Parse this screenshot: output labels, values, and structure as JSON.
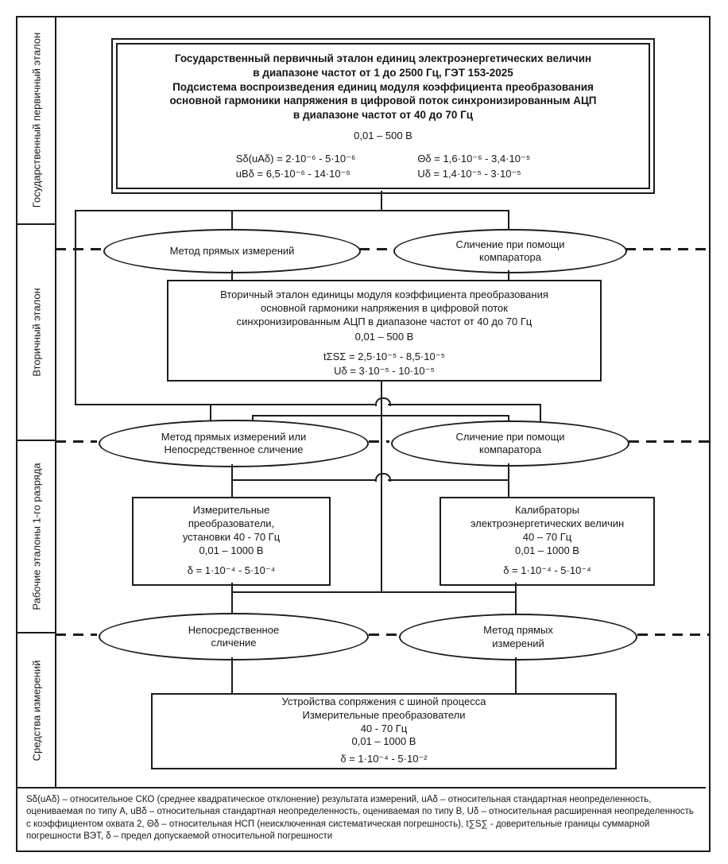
{
  "sidebar": {
    "sections": [
      {
        "label": "Государственный первичный эталон"
      },
      {
        "label": "Вторичный эталон"
      },
      {
        "label": "Рабочие эталоны 1-го разряда"
      },
      {
        "label": "Средства измерений"
      }
    ]
  },
  "primary": {
    "title1": "Государственный первичный эталон единиц электроэнергетических величин",
    "title2": "в диапазоне частот от 1 до 2500 Гц, ГЭТ 153-2025",
    "title3": "Подсистема воспроизведения единиц модуля коэффициента преобразования",
    "title4": "основной гармоники напряжения в цифровой поток синхронизированным АЦП",
    "title5": "в диапазоне частот от 40 до 70 Гц",
    "range": "0,01 – 500 В",
    "s_delta": "Sδ(uAδ) = 2·10⁻⁶ - 5·10⁻⁶",
    "u_b": "uBδ = 6,5·10⁻⁶ - 14·10⁻⁶",
    "theta": "Θδ = 1,6·10⁻⁶ - 3,4·10⁻⁵",
    "u_delta": "Uδ = 1,4·10⁻⁵ - 3·10⁻⁵"
  },
  "methods": {
    "row1_left": "Метод прямых измерений",
    "row1_right": "Сличение при помощи компаратора",
    "row2_left": "Метод прямых измерений или Непосредственное сличение",
    "row2_right": "Сличение при помощи компаратора",
    "row3_left": "Непосредственное сличение",
    "row3_right": "Метод прямых измерений"
  },
  "secondary": {
    "title1": "Вторичный эталон единицы модуля коэффициента преобразования",
    "title2": "основной гармоники напряжения в цифровой поток",
    "title3": "синхронизированным АЦП в диапазоне частот от 40 до 70 Гц",
    "range": "0,01 – 500 В",
    "ts": "tΣSΣ = 2,5·10⁻⁵ - 8,5·10⁻⁵",
    "u_delta": "Uδ = 3·10⁻⁵ - 10·10⁻⁵"
  },
  "working_left": {
    "line1": "Измерительные",
    "line2": "преобразователи,",
    "line3": "установки 40 - 70 Гц",
    "line4": "0,01 – 1000 В",
    "delta": "δ = 1·10⁻⁴ - 5·10⁻⁴"
  },
  "working_right": {
    "line1": "Калибраторы",
    "line2": "электроэнергетических величин",
    "line3": "40 – 70 Гц",
    "line4": "0,01 – 1000 В",
    "delta": "δ = 1·10⁻⁴ - 5·10⁻⁴"
  },
  "si": {
    "line1": "Устройства сопряжения с шиной процесса",
    "line2": "Измерительные преобразователи",
    "line3": "40 - 70 Гц",
    "line4": "0,01 – 1000 В",
    "delta": "δ = 1·10⁻⁴ - 5·10⁻²"
  },
  "footnote": {
    "text": "Sδ(uAδ) – относительное СКО (среднее квадратическое отклонение) результата измерений, uAδ – относительная стандартная неопределенность, оцениваемая по типу А, uВδ – относительная стандартная неопределенность, оцениваемая по типу В, Uδ – относительная расширенная неопределенность с коэффициентом охвата 2, Θδ – относительная НСП (неисключенная систематическая погрешность), t∑S∑ - доверительные границы суммарной погрешности ВЭТ, δ – предел допускаемой относительной погрешности"
  }
}
